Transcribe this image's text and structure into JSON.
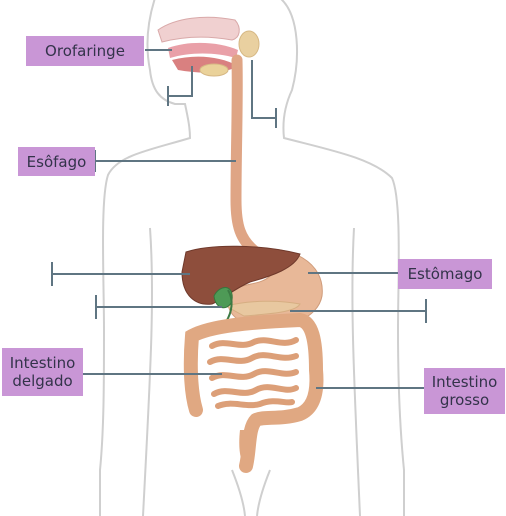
{
  "labels": {
    "orofaringe": "Orofaringe",
    "esofago": "Esôfago",
    "estomago": "Estômago",
    "intestino_delgado": "Intestino\ndelgado",
    "intestino_grosso": "Intestino\ngrosso"
  },
  "colors": {
    "label_bg": "#c996d6",
    "label_text": "#33334a",
    "leader_line": "#5f7582",
    "body_outline": "#cfcfcf",
    "liver": "#8e4e3c",
    "gallbladder": "#4e9a56",
    "esophagus": "#dfa585",
    "intestine": "#e0a882",
    "stomach": "#e8b898"
  }
}
